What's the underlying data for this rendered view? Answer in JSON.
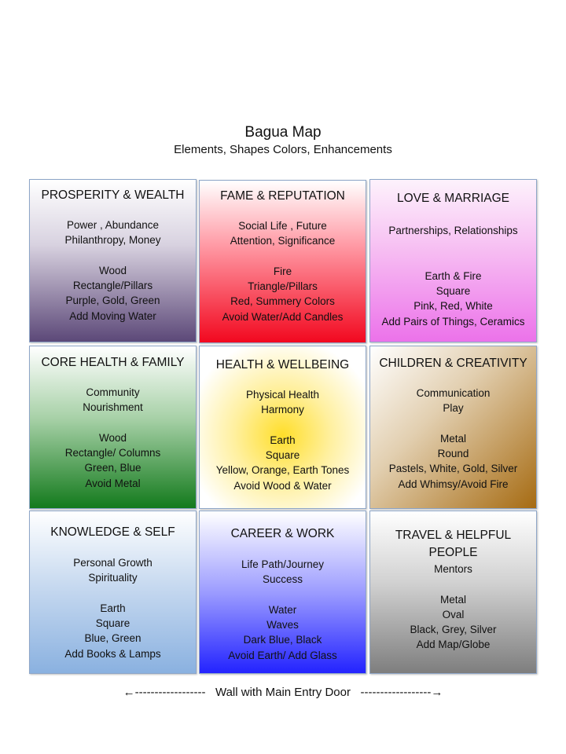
{
  "title": "Bagua Map",
  "subtitle": "Elements, Shapes Colors, Enhancements",
  "cells": [
    {
      "heading": "PROSPERITY & WEALTH",
      "lines": [
        "Power , Abundance",
        "Philanthropy,  Money",
        "",
        "Wood",
        "Rectangle/Pillars",
        "Purple, Gold, Green",
        "Add Moving Water"
      ],
      "color": "#5c4878"
    },
    {
      "heading": "FAME & REPUTATION",
      "lines": [
        "Social Life , Future",
        "Attention, Significance",
        "",
        "Fire",
        "Triangle/Pillars",
        "Red, Summery Colors",
        "Avoid Water/Add Candles"
      ],
      "color": "#f2081f"
    },
    {
      "heading": "LOVE & MARRIAGE",
      "lines": [
        "Partnerships, Relationships",
        "",
        "",
        "Earth & Fire",
        "Square",
        "Pink, Red, White",
        "Add Pairs of Things,  Ceramics"
      ],
      "color": "#ec72ea"
    },
    {
      "heading": "CORE HEALTH & FAMILY",
      "lines": [
        "Community",
        "Nourishment",
        "",
        "Wood",
        "Rectangle/ Columns",
        "Green, Blue",
        "Avoid Metal"
      ],
      "color": "#137a1c"
    },
    {
      "heading": "HEALTH & WELLBEING",
      "lines": [
        "Physical Health",
        "Harmony",
        "",
        "Earth",
        "Square",
        "Yellow, Orange,  Earth Tones",
        "Avoid Wood & Water"
      ],
      "color": "#ffde2a"
    },
    {
      "heading": "CHILDREN & CREATIVITY",
      "lines": [
        "Communication",
        "Play",
        "",
        "Metal",
        "Round",
        "Pastels, White, Gold, Silver",
        "Add Whimsy/Avoid Fire"
      ],
      "color": "#a66b12"
    },
    {
      "heading": "KNOWLEDGE & SELF",
      "lines": [
        "Personal Growth",
        "Spirituality",
        "",
        "Earth",
        "Square",
        "Blue, Green",
        "Add Books & Lamps"
      ],
      "color": "#8ab1e0"
    },
    {
      "heading": "CAREER & WORK",
      "lines": [
        "Life Path/Journey",
        "Success",
        "",
        "Water",
        "Waves",
        "Dark Blue, Black",
        "Avoid Earth/ Add Glass"
      ],
      "color": "#2323ff"
    },
    {
      "heading": "TRAVEL & HELPFUL PEOPLE",
      "lines": [
        "Mentors",
        "",
        "Metal",
        "Oval",
        "Black, Grey, Silver",
        "Add Map/Globe"
      ],
      "color": "#7e7e7e"
    }
  ],
  "footer": "←------------------   Wall with Main Entry Door   ------------------→"
}
